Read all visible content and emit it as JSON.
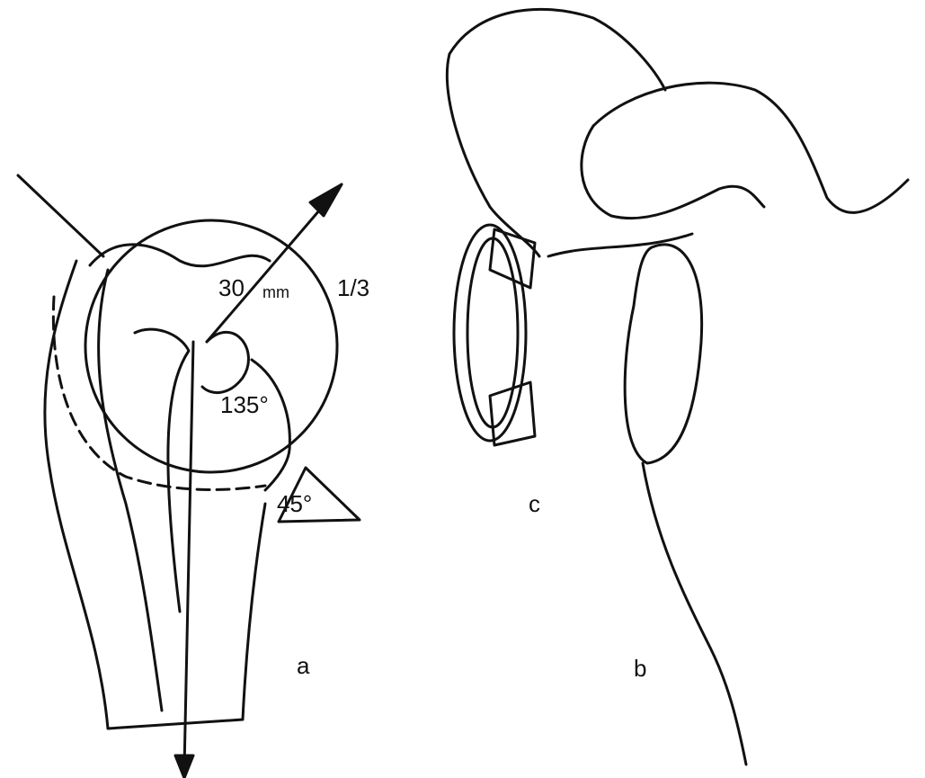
{
  "figure": {
    "panels": [
      {
        "id": "a",
        "label": "a",
        "description": "Humeral head with axis lines"
      },
      {
        "id": "b",
        "label": "b",
        "description": "Shoulder with scapula and glenoid"
      },
      {
        "id": "c",
        "label": "c",
        "description": "Ring implant"
      }
    ],
    "annotations": {
      "radius": "30",
      "radius_unit": "mm",
      "fraction": "1/3",
      "neck_angle": "135°",
      "inclination_angle": "45°"
    },
    "colors": {
      "ink": "#111111",
      "background": "#ffffff"
    }
  }
}
